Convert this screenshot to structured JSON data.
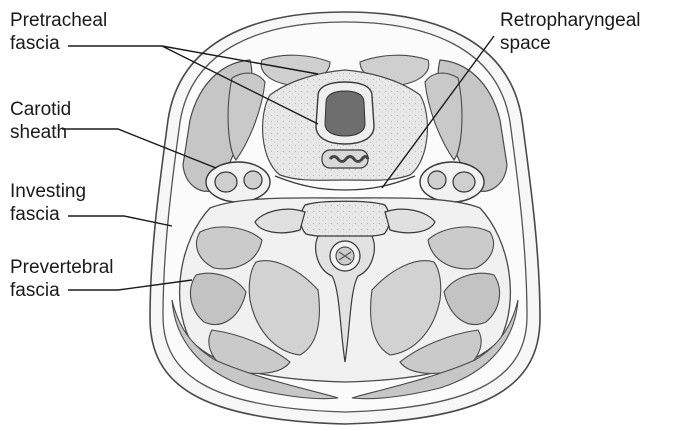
{
  "labels": {
    "pretracheal": [
      "Pretracheal",
      "fascia"
    ],
    "carotid": [
      "Carotid",
      "sheath"
    ],
    "investing": [
      "Investing",
      "fascia"
    ],
    "prevertebral": [
      "Prevertebral",
      "fascia"
    ],
    "retropharyngeal": [
      "Retropharyngeal",
      "space"
    ]
  },
  "colors": {
    "outline": "#4a4a4a",
    "muscle": "#c8c8c8",
    "muscle_light": "#d9d9d9",
    "skin": "#f6f6f6",
    "gland": "#e6e6e6",
    "bone": "#e3e3e3",
    "airway": "#707070",
    "leader": "#1a1a1a"
  }
}
